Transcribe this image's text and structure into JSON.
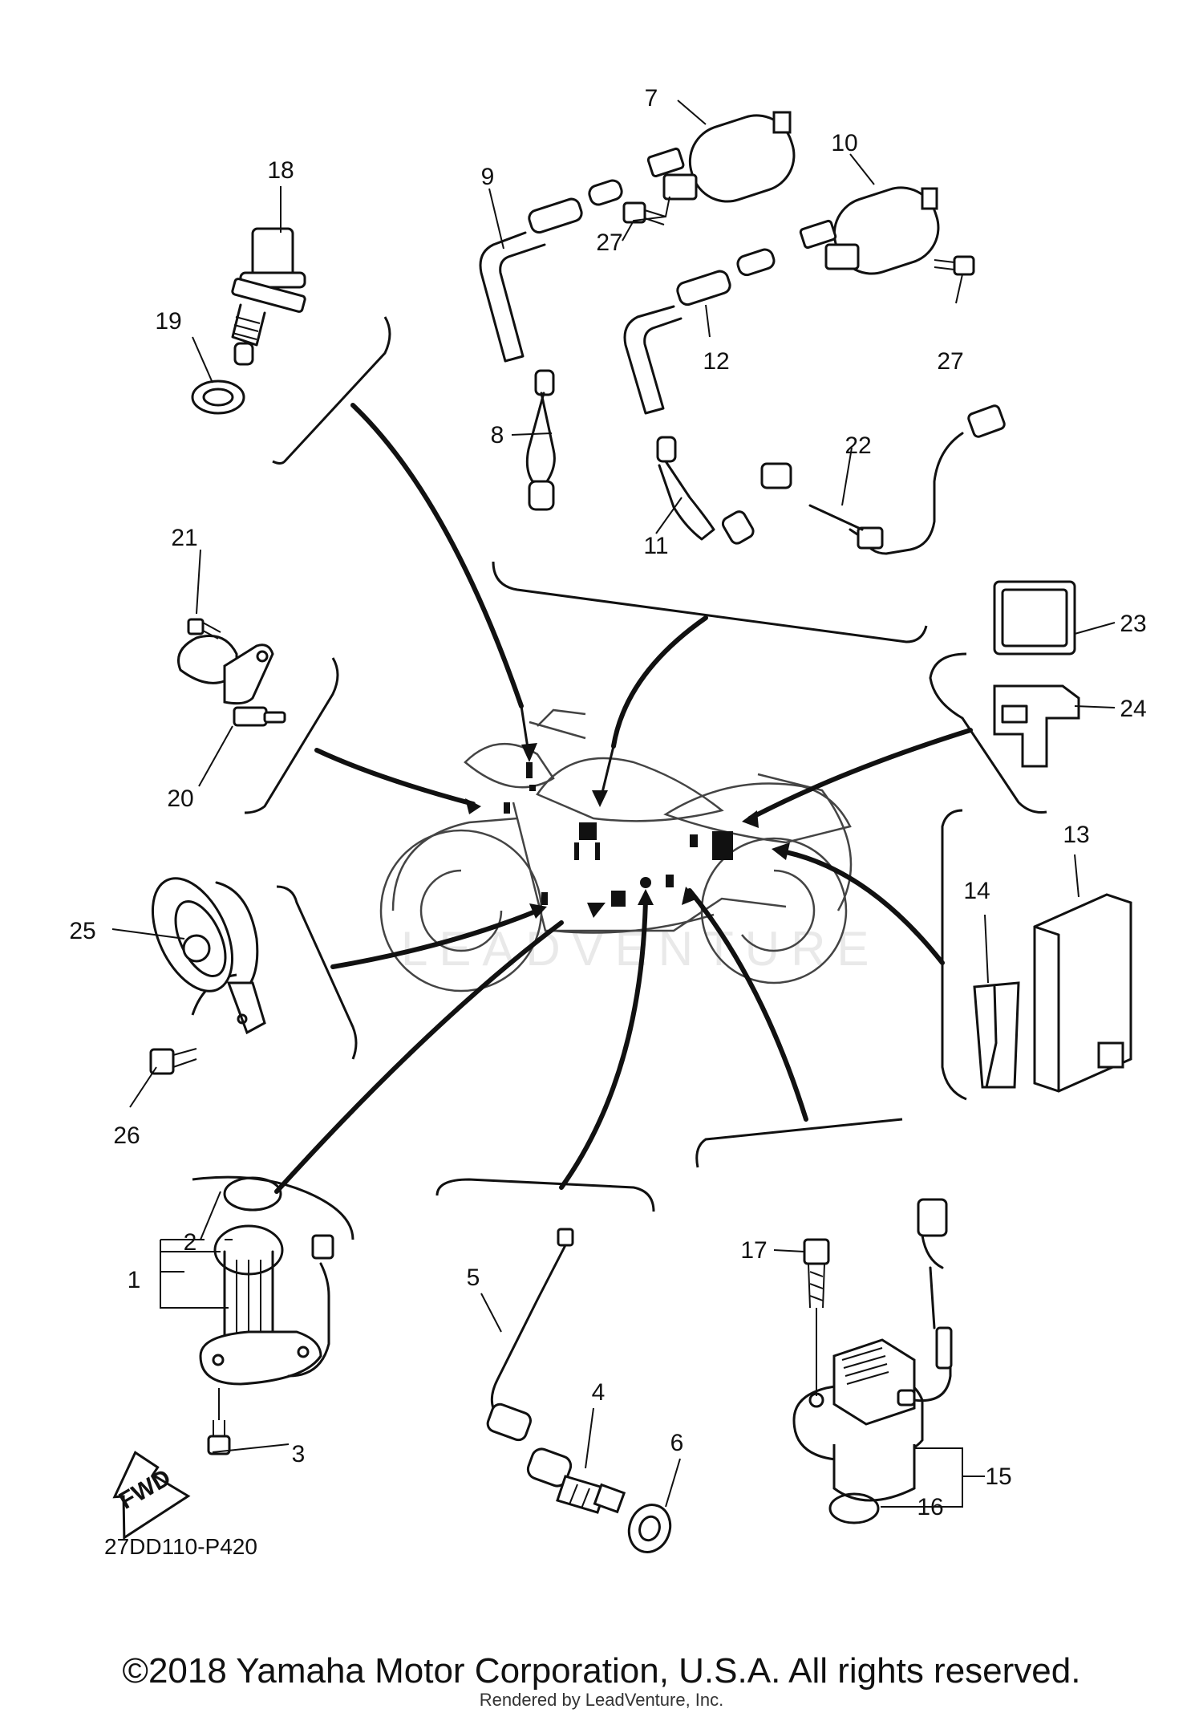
{
  "diagram": {
    "code": "27DD110-P420",
    "fwd_label": "FWD",
    "watermark": "LEADVENTURE",
    "callouts": [
      "1",
      "2",
      "3",
      "4",
      "5",
      "6",
      "7",
      "8",
      "9",
      "10",
      "11",
      "12",
      "13",
      "14",
      "15",
      "16",
      "17",
      "18",
      "19",
      "20",
      "21",
      "22",
      "23",
      "24",
      "25",
      "26",
      "27",
      "27"
    ]
  },
  "footer": {
    "copyright": "©2018 Yamaha Motor Corporation, U.S.A. All rights reserved.",
    "rendered_by": "Rendered by LeadVenture, Inc."
  }
}
